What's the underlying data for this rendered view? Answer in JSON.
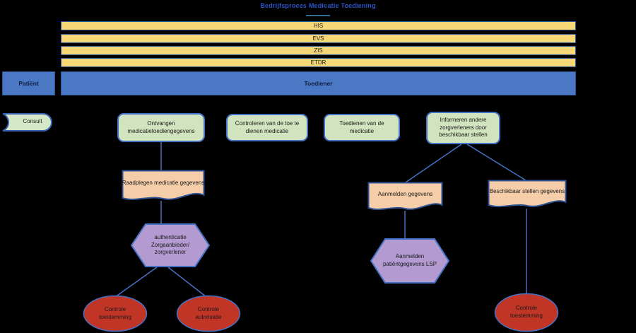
{
  "title": "Bedrijfsproces Medicatie Toediening",
  "system_layers": [
    {
      "label": "HIS"
    },
    {
      "label": "EVS"
    },
    {
      "label": "ZIS"
    },
    {
      "label": "ETDR"
    }
  ],
  "lanes": {
    "patient": "Patiënt",
    "performer": "Toediener"
  },
  "consult": {
    "label": "Consult"
  },
  "processes": [
    {
      "label": "Ontvangen medicatietoediengegevens"
    },
    {
      "label": "Controleren van de toe te dienen medicatie"
    },
    {
      "label": "Toedienen van de medicatie"
    },
    {
      "label": "Informeren andere zorgverleners door beschikbaar stellen"
    }
  ],
  "documents": [
    {
      "label": "Raadplegen medicatie gegevens"
    },
    {
      "label": "Aanmelden gegevens"
    },
    {
      "label": "Beschikbaar stellen gegevens"
    }
  ],
  "services": [
    {
      "label": "authenticatie Zorgaanbieder/ zorgverlener"
    },
    {
      "label": "Aanmelden patiëntgegevens LSP"
    }
  ],
  "controls": [
    {
      "label": "Controle toestemming"
    },
    {
      "label": "Controle autorisatie"
    },
    {
      "label": "Controle toestemming"
    }
  ],
  "edges": [
    {
      "from": "process-ontvangen",
      "to": "document-raadplegen"
    },
    {
      "from": "document-raadplegen",
      "to": "service-authenticatie"
    },
    {
      "from": "service-authenticatie",
      "to": "control-toestemming-1"
    },
    {
      "from": "service-authenticatie",
      "to": "control-autorisatie"
    },
    {
      "from": "process-informeren",
      "to": "document-aanmelden"
    },
    {
      "from": "process-informeren",
      "to": "document-beschikbaar-stellen"
    },
    {
      "from": "document-aanmelden",
      "to": "service-aanmelden-lsp"
    },
    {
      "from": "document-beschikbaar-stellen",
      "to": "control-toestemming-2"
    }
  ],
  "colors": {
    "background": "#000000",
    "title_text": "#2E55C9",
    "title_rule": "#2E6E8E",
    "system_bar_fill": "#F8D876",
    "system_bar_border": "#2F5496",
    "lane_fill": "#4A78C5",
    "process_fill": "#D2E3BF",
    "document_fill": "#F6CDA9",
    "service_fill": "#B39BD2",
    "control_fill": "#C13526",
    "edge_line": "#4472C4"
  }
}
